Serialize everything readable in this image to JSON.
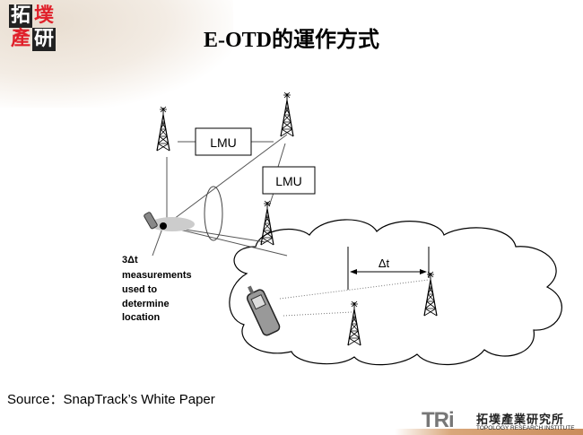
{
  "logo": {
    "chars": [
      "拓",
      "墣",
      "產",
      "研"
    ]
  },
  "title": "E-OTD的運作方式",
  "diagram": {
    "lmu_labels": [
      "LMU",
      "LMU"
    ],
    "delta_t": "Δt",
    "caption_lines": [
      "3Δt",
      "measurements",
      "used to",
      "determine",
      "location"
    ]
  },
  "source": "Source：SnapTrack’s White Paper",
  "footer": {
    "brand": "TRi",
    "name_zh": "拓墣產業研究所",
    "name_en": "TOPOLOGY RESEARCH INSTITUTE"
  }
}
